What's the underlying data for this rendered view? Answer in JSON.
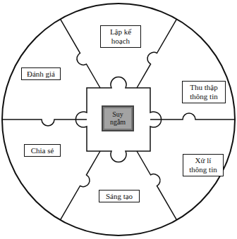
{
  "diagram": {
    "nodes": [
      {
        "text": [
          "Lập kế hoạch"
        ]
      },
      {
        "text": [
          "Đánh giá"
        ]
      },
      {
        "text": [
          "Thu thập thông tin"
        ]
      },
      {
        "text": [
          "Suy ngẫm"
        ]
      },
      {
        "text": [
          "Chia sẻ"
        ]
      },
      {
        "text": [
          "Xử lí thông tin"
        ]
      },
      {
        "text": [
          "Sáng tạo"
        ]
      }
    ]
  }
}
